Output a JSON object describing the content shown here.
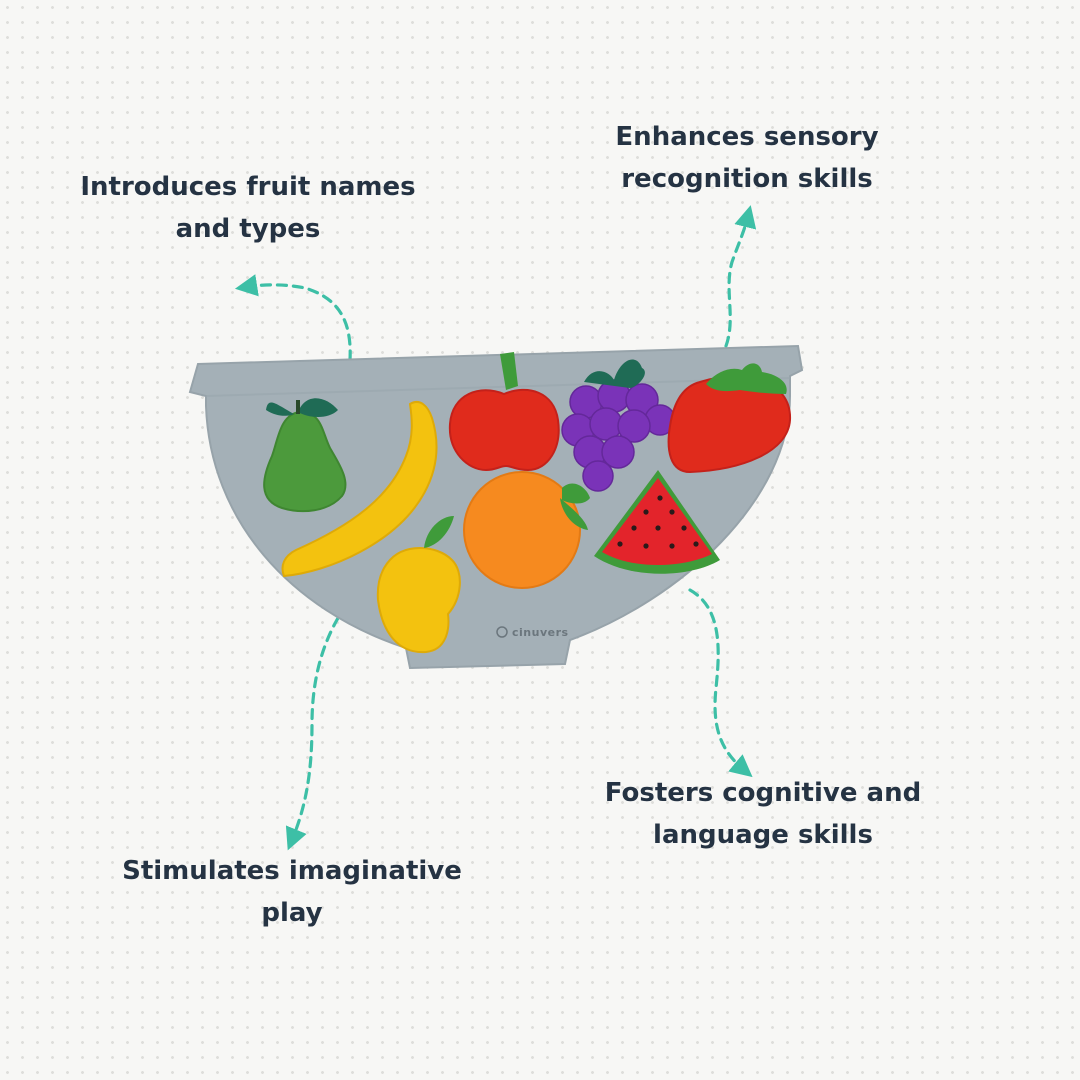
{
  "colors": {
    "heading_text": "#253343",
    "arrow_accent": "#3dbfa6",
    "bowl_felt": "#a4b0b7",
    "background": "#f7f7f5"
  },
  "callouts": {
    "fruit_names": {
      "line1": "Introduces fruit names",
      "line2": "and types"
    },
    "sensory": {
      "line1": "Enhances sensory",
      "line2": "recognition skills"
    },
    "imaginative": {
      "line1": "Stimulates imaginative",
      "line2": "play"
    },
    "cognitive": {
      "line1": "Fosters cognitive and",
      "line2": "language skills"
    }
  },
  "bowl": {
    "brand_text": "cinuvers",
    "fruits": [
      "pear",
      "banana",
      "apple",
      "grapes",
      "strawberry",
      "mango",
      "orange",
      "watermelon"
    ]
  }
}
